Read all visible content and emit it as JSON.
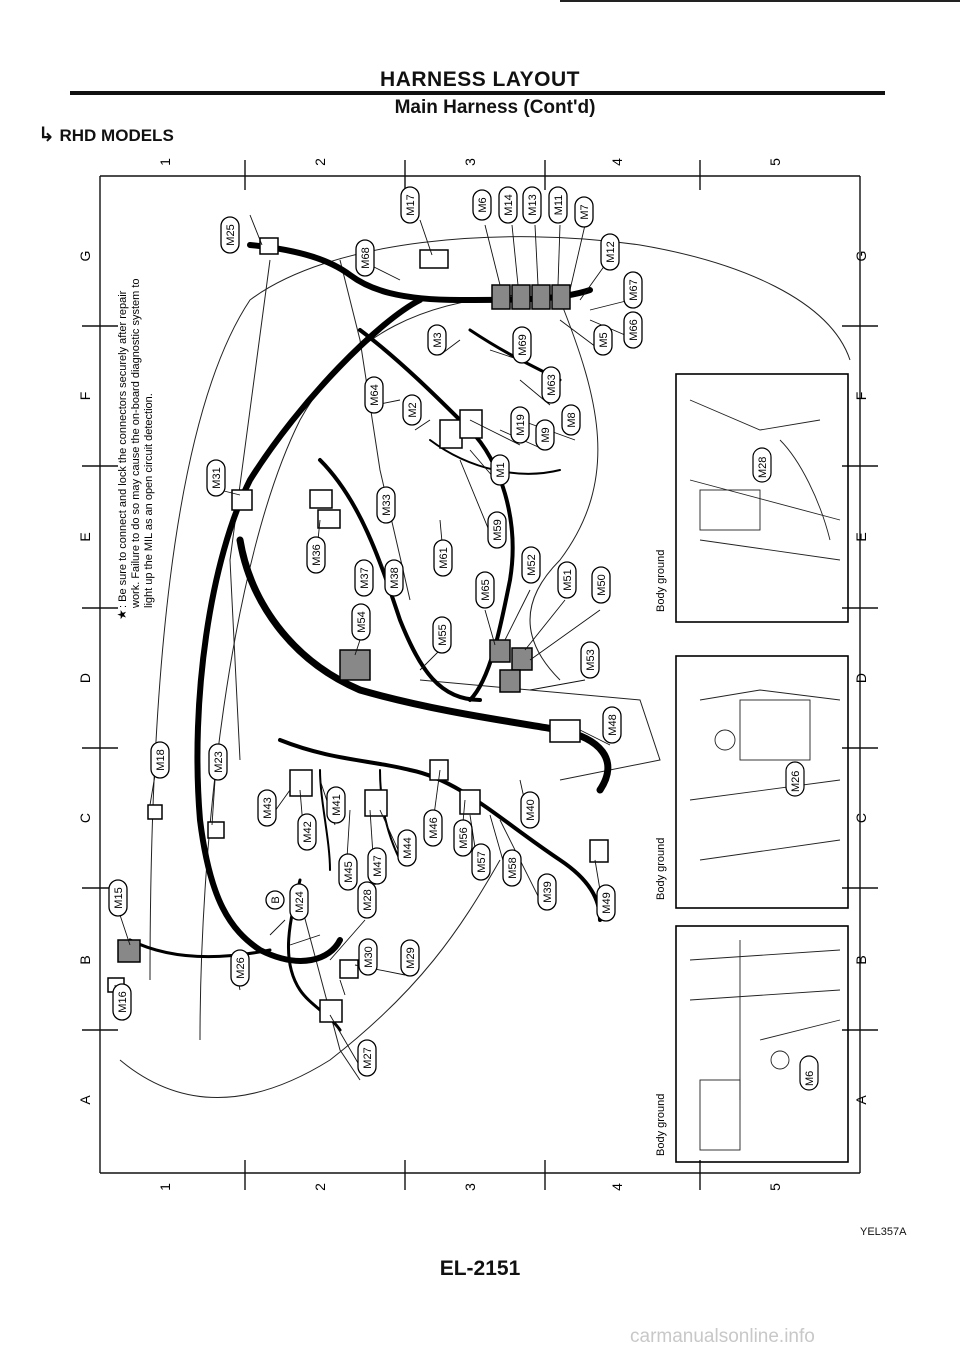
{
  "header": {
    "title": "HARNESS LAYOUT",
    "subtitle": "Main Harness (Cont'd)",
    "variant": "RHD MODELS"
  },
  "grid": {
    "columns": [
      "1",
      "2",
      "3",
      "4",
      "5"
    ],
    "rows": [
      "G",
      "F",
      "E",
      "D",
      "C",
      "B",
      "A"
    ]
  },
  "note": {
    "star": "★",
    "lines": [
      ": Be sure to connect and lock the connectors securely after repair",
      "work. Failure to do so may cause the on-board diagnostic system to",
      "light up the MIL as an open circuit detection."
    ]
  },
  "insets": [
    {
      "label": "Body ground",
      "connector": "M28"
    },
    {
      "label": "Body ground",
      "connector": "M26"
    },
    {
      "label": "Body ground",
      "connector": "M6"
    }
  ],
  "connectors": [
    "M25",
    "M17",
    "M6",
    "M14",
    "M13",
    "M11",
    "M7",
    "M68",
    "M12",
    "M67",
    "M66",
    "M3",
    "M69",
    "M5",
    "M63",
    "M64",
    "M2",
    "M19",
    "M9",
    "M8",
    "M31",
    "M1",
    "M33",
    "M59",
    "M36",
    "M37",
    "M38",
    "M61",
    "M52",
    "M51",
    "M50",
    "M54",
    "M55",
    "M65",
    "M53",
    "M48",
    "M18",
    "M23",
    "M41",
    "M43",
    "M42",
    "M46",
    "M56",
    "M40",
    "M44",
    "M45",
    "M47",
    "M57",
    "M58",
    "M39",
    "M49",
    "M15",
    "B",
    "M24",
    "M28",
    "M29",
    "M30",
    "M26",
    "M16",
    "M27"
  ],
  "footer": {
    "page": "EL-2151",
    "figure_code": "YEL357A",
    "watermark": "carmanualsonline.info"
  }
}
